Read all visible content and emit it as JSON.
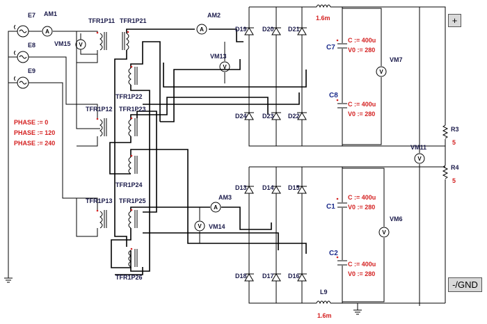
{
  "sources": {
    "e7": "E7",
    "e8": "E8",
    "e9": "E9"
  },
  "ammeters": {
    "am1": "AM1",
    "am2": "AM2",
    "am3": "AM3"
  },
  "voltmeters": {
    "vm15": "VM15",
    "vm13": "VM13",
    "vm14": "VM14",
    "vm7": "VM7",
    "vm6": "VM6",
    "vm11": "VM11"
  },
  "transformers": {
    "t11": "TFR1P11",
    "t21": "TFR1P21",
    "t22": "TFR1P22",
    "t12": "TFR1P12",
    "t23": "TFR1P23",
    "t24": "TFR1P24",
    "t13": "TFR1P13",
    "t25": "TFR1P25",
    "t26": "TFR1P26"
  },
  "phases": [
    "PHASE := 0",
    "PHASE := 120",
    "PHASE := 240"
  ],
  "diodes": {
    "d19": "D19",
    "d20": "D20",
    "d21": "D21",
    "d24": "D24",
    "d23": "D23",
    "d22": "D22",
    "d13": "D13",
    "d14": "D14",
    "d15": "D15",
    "d18": "D18",
    "d17": "D17",
    "d16": "D16"
  },
  "inductors": {
    "top_value": "1.6m",
    "l9": "L9",
    "bottom_value": "1.6m"
  },
  "capacitors": {
    "c7": "C7",
    "c8": "C8",
    "c1": "C1",
    "c2": "C2",
    "c7_c": "C := 400u",
    "c7_v": "V0 := 280",
    "c8_c": "C := 400u",
    "c8_v": "V0 := 280",
    "c1_c": "C := 400u",
    "c1_v": "V0 := 280",
    "c2_c": "C := 400u",
    "c2_v": "V0 := 280"
  },
  "resistors": {
    "r3": "R3",
    "r3_value": "5",
    "r4": "R4",
    "r4_value": "5"
  },
  "terminals": {
    "plus": "+",
    "gnd": "-/GND"
  }
}
